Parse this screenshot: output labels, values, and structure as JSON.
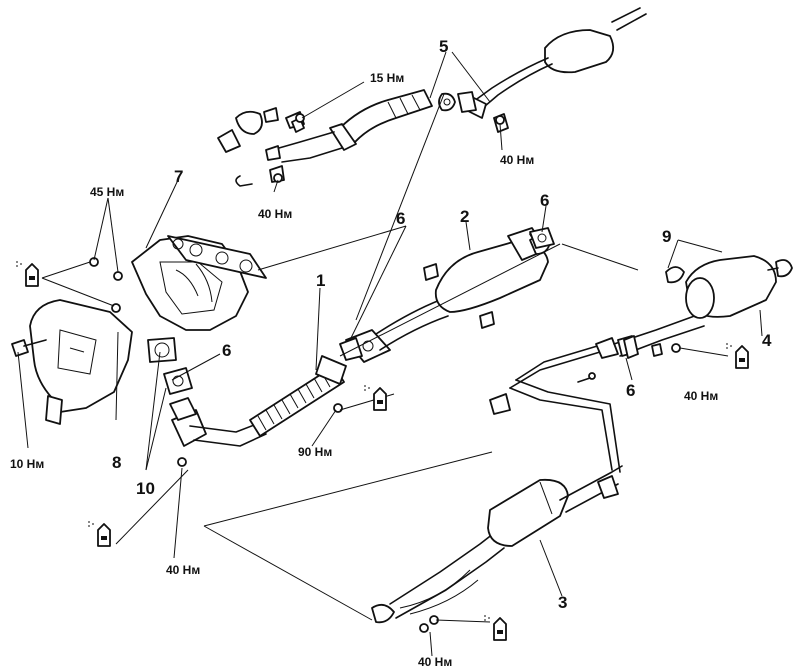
{
  "callouts": {
    "n1": "1",
    "n2": "2",
    "n3": "3",
    "n4": "4",
    "n5": "5",
    "n6a": "6",
    "n6b": "6",
    "n6c": "6",
    "n6d": "6",
    "n7": "7",
    "n8": "8",
    "n9": "9",
    "n10": "10"
  },
  "torques": {
    "t15_top": "15 Нм",
    "t40_top_left": "40 Нм",
    "t40_top_right": "40 Нм",
    "t45": "45 Нм",
    "t10": "10 Нм",
    "t90": "90 Нм",
    "t40_right": "40 Нм",
    "t40_bottom_left": "40 Нм",
    "t40_bottom": "40 Нм"
  }
}
